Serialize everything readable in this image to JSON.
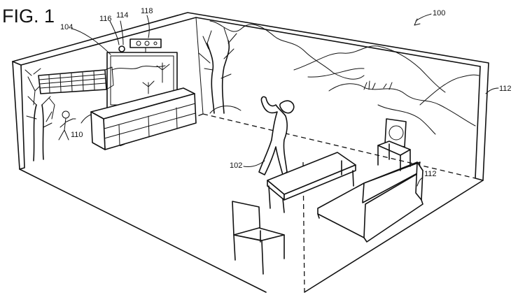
{
  "figure": {
    "title": "FIG. 1",
    "refs": {
      "r100": "100",
      "r102": "102",
      "r104": "104",
      "r110": "110",
      "r112a": "112",
      "r112b": "112",
      "r114": "114",
      "r116": "116",
      "r118": "118"
    }
  }
}
